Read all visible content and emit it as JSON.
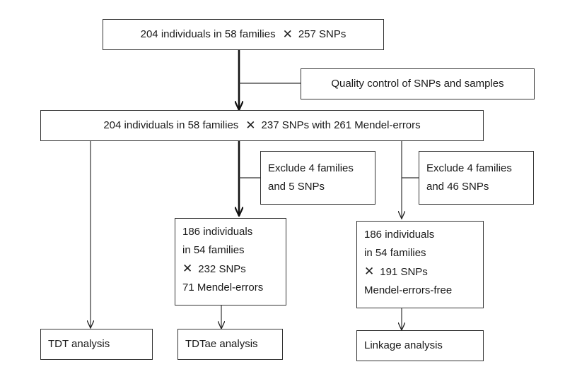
{
  "times_symbol": "✕",
  "boxes": {
    "top": {
      "before": "204 individuals in 58 families",
      "after": "257 SNPs"
    },
    "qc": {
      "label": "Quality control of SNPs and samples"
    },
    "mid": {
      "before": "204 individuals in 58 families",
      "after": "237 SNPs with 261 Mendel-errors"
    },
    "exclude_left": {
      "line1": "Exclude 4 families",
      "line2": "and 5 SNPs"
    },
    "exclude_right": {
      "line1": "Exclude 4 families",
      "line2": "and 46 SNPs"
    },
    "subset_tdtae": {
      "line1": "186 individuals",
      "line2": "in 54 families",
      "line3": "232 SNPs",
      "line4": "71 Mendel-errors"
    },
    "subset_linkage": {
      "line1": "186 individuals",
      "line2": "in 54 families",
      "line3": "191 SNPs",
      "line4": "Mendel-errors-free"
    },
    "tdt": {
      "label": "TDT analysis"
    },
    "tdtae": {
      "label": "TDTae analysis"
    },
    "linkage": {
      "label": "Linkage analysis"
    }
  }
}
